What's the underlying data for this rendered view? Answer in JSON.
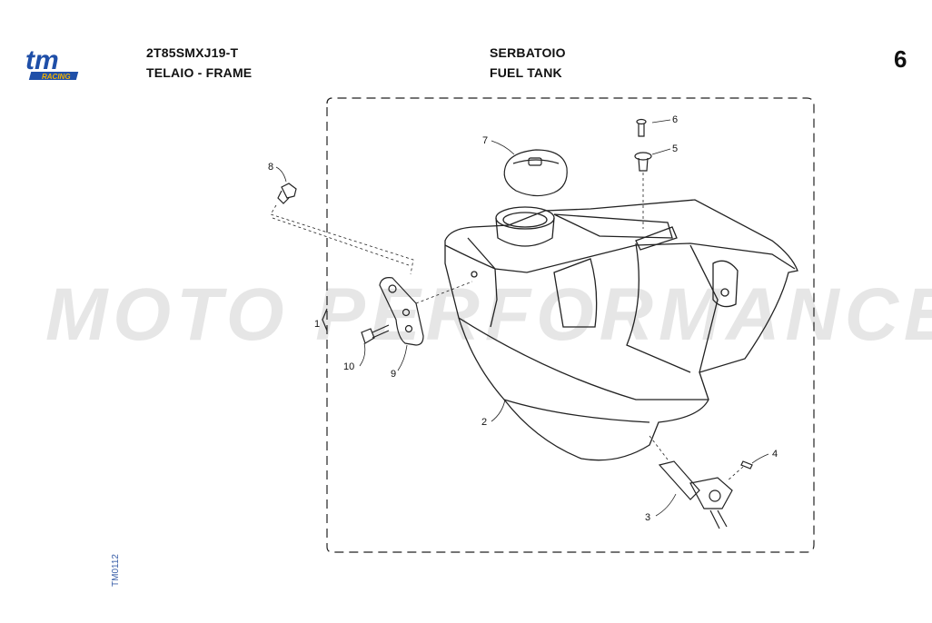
{
  "header": {
    "model_code": "2T85SMXJ19-T",
    "group": "TELAIO - FRAME",
    "section_it": "SERBATOIO",
    "section_en": "FUEL TANK",
    "page_number": "6"
  },
  "logo": {
    "brand": "tm",
    "sub": "RACING",
    "icon": "tm-racing-logo",
    "color": "#1f4fa8",
    "sub_color": "#f2b300"
  },
  "watermark": "MOTO PERFORMANCE",
  "drawing_code": "TM0112",
  "callouts": {
    "c1": "1",
    "c2": "2",
    "c3": "3",
    "c4": "4",
    "c5": "5",
    "c6": "6",
    "c7": "7",
    "c8": "8",
    "c9": "9",
    "c10": "10"
  }
}
